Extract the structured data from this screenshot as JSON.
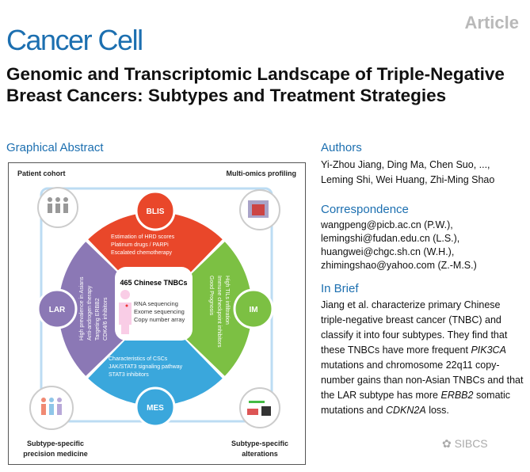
{
  "header": {
    "journal": "Cancer Cell",
    "type": "Article",
    "title": "Genomic and Transcriptomic Landscape of Triple-Negative Breast Cancers: Subtypes and Treatment Strategies"
  },
  "abstract": {
    "heading": "Graphical Abstract",
    "corners": {
      "tl": "Patient cohort",
      "tr": "Multi-omics profiling",
      "bl1": "Subtype-specific",
      "bl2": "precision medicine",
      "br1": "Subtype-specific",
      "br2": "alterations"
    },
    "center": {
      "title": "465 Chinese TNBCs",
      "items": [
        "RNA sequencing",
        "Exome sequencing",
        "Copy number array"
      ]
    },
    "subtypes": {
      "blis": {
        "label": "BLIS",
        "color": "#e9472a",
        "items": [
          "Estimation of HRD scores",
          "Platinum drugs / PARPi",
          "Escalated chemotherapy"
        ]
      },
      "im": {
        "label": "IM",
        "color": "#7cc043",
        "items": [
          "High TILs infiltration",
          "Immune checkpoint inhibitors",
          "Good Prognosis"
        ]
      },
      "mes": {
        "label": "MES",
        "color": "#3aa7dc",
        "items": [
          "Characteristics of CSCs",
          "JAK/STAT3 signaling pathway",
          "STAT3 inhibitors"
        ]
      },
      "lar": {
        "label": "LAR",
        "color": "#8b78b5",
        "items": [
          "High prevalence in Asians",
          "Anti-androgen therapy",
          "Targeting ERBB2",
          "CDK4/6 inhibitors"
        ]
      }
    }
  },
  "authors": {
    "heading": "Authors",
    "line1": "Yi-Zhou Jiang, Ding Ma, Chen Suo, ...,",
    "line2": "Leming Shi, Wei Huang, Zhi-Ming Shao"
  },
  "correspondence": {
    "heading": "Correspondence",
    "emails": [
      "wangpeng@picb.ac.cn (P.W.),",
      "lemingshi@fudan.edu.cn (L.S.),",
      "huangwei@chgc.sh.cn (W.H.),",
      "zhimingshao@yahoo.com (Z.-M.S.)"
    ]
  },
  "brief": {
    "heading": "In Brief",
    "t1": "Jiang et al. characterize primary Chinese triple-negative breast cancer (TNBC) and classify it into four subtypes. They find that these TNBCs have more frequent ",
    "g1": "PIK3CA",
    "t2": " mutations and chromosome 22q11 copy-number gains than non-Asian TNBCs and that the LAR subtype has more ",
    "g2": "ERBB2",
    "t3": " somatic mutations and ",
    "g3": "CDKN2A",
    "t4": " loss."
  },
  "watermark": "SIBCS"
}
